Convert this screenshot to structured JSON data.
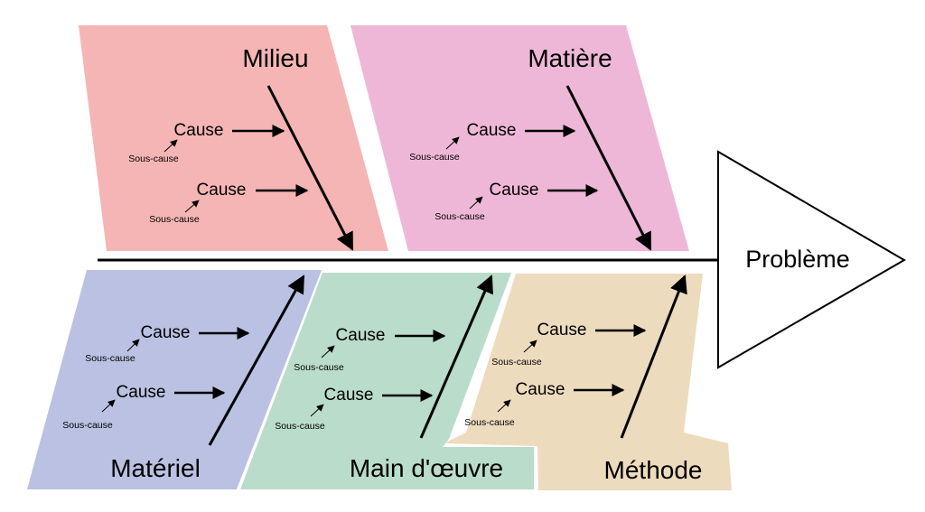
{
  "effect": {
    "label": "Problème"
  },
  "categories": [
    {
      "name": "Milieu",
      "color": "#f4b5b4",
      "causes": [
        {
          "cause": "Cause",
          "subcause": "Sous-cause"
        },
        {
          "cause": "Cause",
          "subcause": "Sous-cause"
        }
      ]
    },
    {
      "name": "Matière",
      "color": "#efb7d7",
      "causes": [
        {
          "cause": "Cause",
          "subcause": "Sous-cause"
        },
        {
          "cause": "Cause",
          "subcause": "Sous-cause"
        }
      ]
    },
    {
      "name": "Matériel",
      "color": "#bac1e2",
      "causes": [
        {
          "cause": "Cause",
          "subcause": "Sous-cause"
        },
        {
          "cause": "Cause",
          "subcause": "Sous-cause"
        }
      ]
    },
    {
      "name": "Main d'œuvre",
      "color": "#badcca",
      "causes": [
        {
          "cause": "Cause",
          "subcause": "Sous-cause"
        },
        {
          "cause": "Cause",
          "subcause": "Sous-cause"
        }
      ]
    },
    {
      "name": "Méthode",
      "color": "#eddbbd",
      "causes": [
        {
          "cause": "Cause",
          "subcause": "Sous-cause"
        },
        {
          "cause": "Cause",
          "subcause": "Sous-cause"
        }
      ]
    }
  ]
}
